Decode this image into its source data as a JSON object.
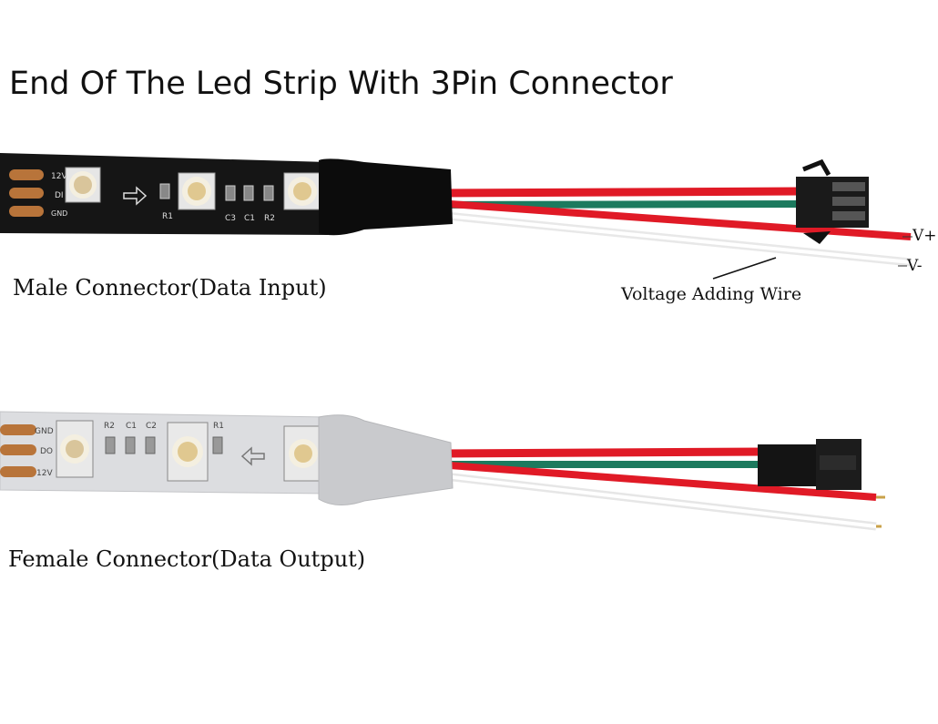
{
  "title": "End Of The Led Strip With 3Pin Connector",
  "male": {
    "caption": "Male Connector(Data Input)",
    "pad_labels": [
      "12V",
      "DI",
      "GND"
    ],
    "component_labels": [
      "R1",
      "C3",
      "C1",
      "R2"
    ],
    "wire_label_positive": "V+",
    "wire_label_negative": "V-",
    "annotation": "Voltage Adding Wire"
  },
  "female": {
    "caption": "Female Connector(Data Output)",
    "pad_labels": [
      "GND",
      "DO",
      "12V"
    ],
    "component_labels": [
      "R2",
      "C1",
      "C2",
      "R1"
    ]
  },
  "colors": {
    "wire_red": "#e01a26",
    "wire_green": "#1c7a5e",
    "wire_white": "#f2f2f2",
    "strip_black": "#151515",
    "strip_white": "#dcdde0",
    "copper": "#b8743a"
  }
}
